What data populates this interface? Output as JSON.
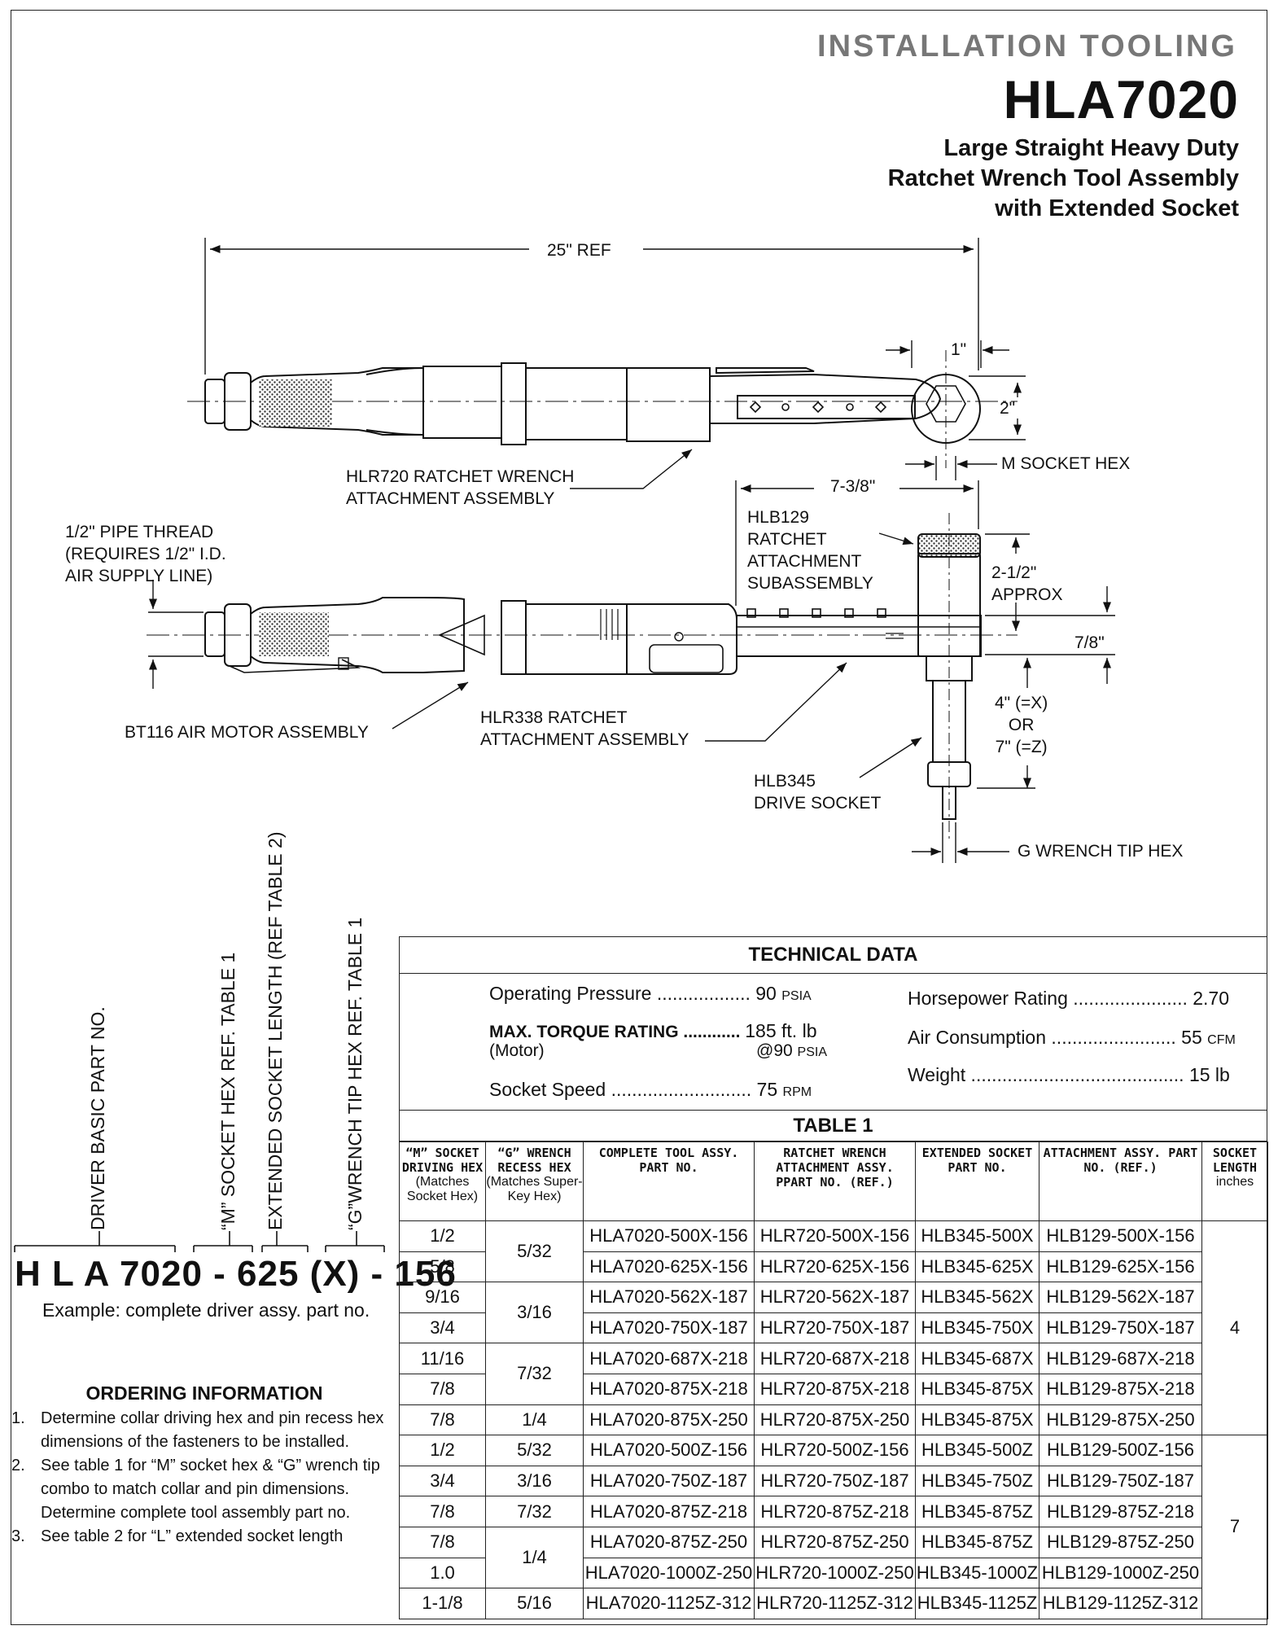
{
  "header": {
    "supertitle": "INSTALLATION TOOLING",
    "model": "HLA7020",
    "subtitle": [
      "Large Straight Heavy Duty",
      "Ratchet Wrench Tool  Assembly",
      "with Extended Socket"
    ]
  },
  "diagram": {
    "dim_25_ref": "25\" REF",
    "dim_1in": "1\"",
    "dim_2in": "2\"",
    "m_socket_hex": "M SOCKET HEX",
    "hlr720_label": [
      "HLR720 RATCHET WRENCH",
      "ATTACHMENT ASSEMBLY"
    ],
    "dim_7_3_8": "7-3/8\"",
    "hlb129_label": [
      "HLB129",
      "RATCHET",
      "ATTACHMENT",
      "SUBASSEMBLY"
    ],
    "pipe_thread": [
      "1/2\" PIPE THREAD",
      "(REQUIRES 1/2\" I.D.",
      "AIR SUPPLY LINE)"
    ],
    "dim_2_1_2": [
      "2-1/2\"",
      "APPROX"
    ],
    "dim_7_8": "7/8\"",
    "dim_4_7": [
      "4\" (=X)",
      "OR",
      "7\" (=Z)"
    ],
    "bt116_label": "BT116 AIR MOTOR ASSEMBLY",
    "hlr338_label": [
      "HLR338 RATCHET",
      "ATTACHMENT ASSEMBLY"
    ],
    "hlb345_label": [
      "HLB345",
      "DRIVE SOCKET"
    ],
    "g_wrench_tip": "G WRENCH TIP HEX"
  },
  "part_number": {
    "labels": [
      "DRIVER BASIC PART NO.",
      "“M” SOCKET HEX REF. TABLE 1",
      "EXTENDED SOCKET LENGTH (REF TABLE 2)",
      "“G”WRENCH TIP HEX REF. TABLE 1"
    ],
    "example": "H L A 7020  - 625  (X) - 156",
    "caption": "Example: complete driver assy. part no."
  },
  "ordering": {
    "title": "ORDERING INFORMATION",
    "items": [
      {
        "num": "1.",
        "text": "Determine collar driving hex and pin recess hex dimensions of the fasteners to be installed."
      },
      {
        "num": "2.",
        "text": "See table 1 for “M” socket hex & “G” wrench tip combo to match collar and pin dimensions. Determine complete tool assembly part no."
      },
      {
        "num": "3.",
        "text": "See table 2 for “L” extended socket length"
      }
    ]
  },
  "technical_data": {
    "title": "TECHNICAL DATA",
    "operating_pressure": {
      "label": "Operating Pressure ..................",
      "value": "90",
      "unit": "PSIA"
    },
    "max_torque": {
      "label": "MAX. TORQUE RATING ............",
      "value": "185 ft. lb",
      "sub_label": "(Motor)",
      "sub_value": "@90",
      "sub_unit": "PSIA"
    },
    "socket_speed": {
      "label": "Socket Speed ...........................",
      "value": "75",
      "unit": "RPM"
    },
    "horsepower": {
      "label": "Horsepower Rating ......................",
      "value": "2.70"
    },
    "air_consumption": {
      "label": "Air Consumption ........................",
      "value": "55",
      "unit": "CFM"
    },
    "weight": {
      "label": "Weight .........................................",
      "value": "15 lb"
    }
  },
  "table1": {
    "title": "TABLE 1",
    "headers": [
      {
        "main": "“M” SOCKET DRIVING HEX",
        "note": "(Matches Socket Hex)"
      },
      {
        "main": "“G” WRENCH RECESS HEX",
        "note": "(Matches Super-Key Hex)"
      },
      {
        "main": "COMPLETE TOOL ASSY. PART NO.",
        "note": ""
      },
      {
        "main": "RATCHET WRENCH ATTACHMENT ASSY. PPART NO. (REF.)",
        "note": ""
      },
      {
        "main": "EXTENDED SOCKET PART NO.",
        "note": ""
      },
      {
        "main": "ATTACHMENT ASSY. PART NO. (REF.)",
        "note": ""
      },
      {
        "main": "SOCKET LENGTH",
        "note": "inches"
      }
    ],
    "rows": [
      [
        "1/2",
        "5/32",
        "HLA7020-500X-156",
        "HLR720-500X-156",
        "HLB345-500X",
        "HLB129-500X-156"
      ],
      [
        "5/8",
        "",
        "HLA7020-625X-156",
        "HLR720-625X-156",
        "HLB345-625X",
        "HLB129-625X-156"
      ],
      [
        "9/16",
        "3/16",
        "HLA7020-562X-187",
        "HLR720-562X-187",
        "HLB345-562X",
        "HLB129-562X-187"
      ],
      [
        "3/4",
        "",
        "HLA7020-750X-187",
        "HLR720-750X-187",
        "HLB345-750X",
        "HLB129-750X-187"
      ],
      [
        "11/16",
        "7/32",
        "HLA7020-687X-218",
        "HLR720-687X-218",
        "HLB345-687X",
        "HLB129-687X-218"
      ],
      [
        "7/8",
        "",
        "HLA7020-875X-218",
        "HLR720-875X-218",
        "HLB345-875X",
        "HLB129-875X-218"
      ],
      [
        "7/8",
        "1/4",
        "HLA7020-875X-250",
        "HLR720-875X-250",
        "HLB345-875X",
        "HLB129-875X-250"
      ],
      [
        "1/2",
        "5/32",
        "HLA7020-500Z-156",
        "HLR720-500Z-156",
        "HLB345-500Z",
        "HLB129-500Z-156"
      ],
      [
        "3/4",
        "3/16",
        "HLA7020-750Z-187",
        "HLR720-750Z-187",
        "HLB345-750Z",
        "HLB129-750Z-187"
      ],
      [
        "7/8",
        "7/32",
        "HLA7020-875Z-218",
        "HLR720-875Z-218",
        "HLB345-875Z",
        "HLB129-875Z-218"
      ],
      [
        "7/8",
        "1/4",
        "HLA7020-875Z-250",
        "HLR720-875Z-250",
        "HLB345-875Z",
        "HLB129-875Z-250"
      ],
      [
        "1.0",
        "",
        "HLA7020-1000Z-250",
        "HLR720-1000Z-250",
        "HLB345-1000Z",
        "HLB129-1000Z-250"
      ],
      [
        "1-1/8",
        "5/16",
        "HLA7020-1125Z-312",
        "HLR720-1125Z-312",
        "HLB345-1125Z",
        "HLB129-1125Z-312"
      ]
    ],
    "socket_length_groups": [
      "4",
      "7"
    ]
  }
}
